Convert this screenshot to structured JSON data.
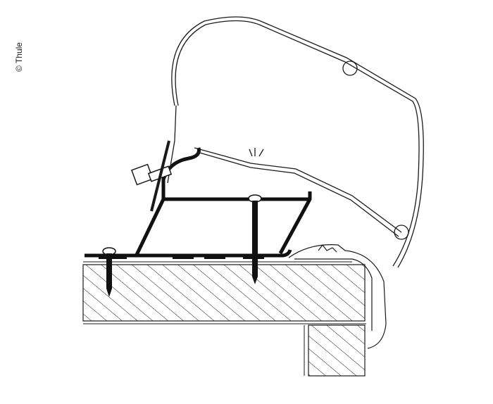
{
  "diagram": {
    "type": "technical cross-section line drawing",
    "subject": "awning rail adapter mounted on caravan roof edge",
    "copyright": "© Thule",
    "colors": {
      "line": "#1a1a1a",
      "background": "#ffffff",
      "fill_dark": "#111111"
    },
    "components": [
      {
        "id": "awning-case",
        "label": "Awning cassette profile"
      },
      {
        "id": "adapter-bracket",
        "label": "Adapter bracket"
      },
      {
        "id": "bolt",
        "label": "Hex bolt"
      },
      {
        "id": "screw-left",
        "label": "Fixing screw"
      },
      {
        "id": "screw-center",
        "label": "Fixing screw"
      },
      {
        "id": "roof-panel",
        "label": "Roof panel (hatched)"
      },
      {
        "id": "wall-panel",
        "label": "Side wall (hatched)"
      },
      {
        "id": "corner-trim",
        "label": "Corner edge trim"
      }
    ]
  }
}
